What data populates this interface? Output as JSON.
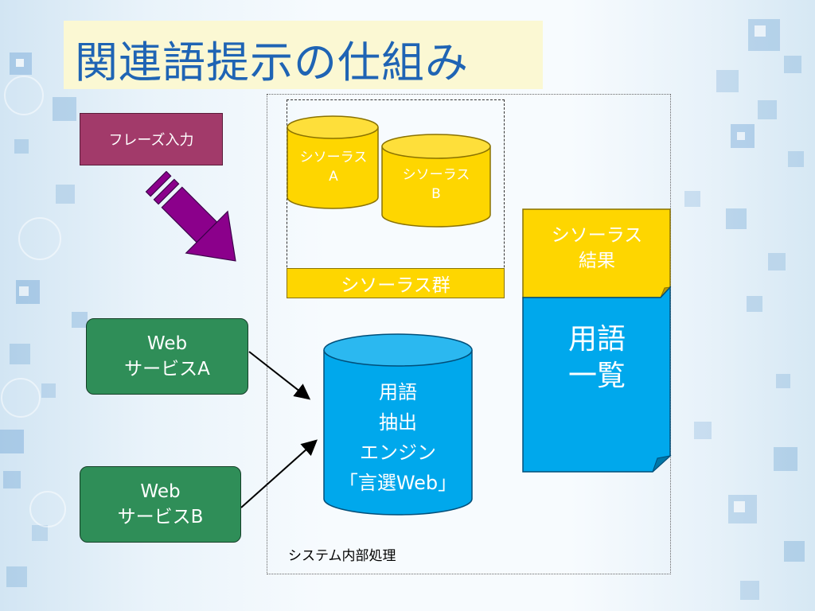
{
  "title": "関連語提示の仕組み",
  "phrase_input": "フレーズ入力",
  "thesaurus_a": {
    "line1": "シソーラス",
    "line2": "A"
  },
  "thesaurus_b": {
    "line1": "シソーラス",
    "line2": "B"
  },
  "thesaurus_group": "シソーラス群",
  "web_service_a": {
    "line1": "Web",
    "line2": "サービスA"
  },
  "web_service_b": {
    "line1": "Web",
    "line2": "サービスB"
  },
  "engine": {
    "line1": "用語",
    "line2": "抽出",
    "line3": "エンジン",
    "line4": "「言選Web」"
  },
  "thesaurus_result": {
    "line1": "シソーラス",
    "line2": "結果"
  },
  "term_list": {
    "line1": "用語",
    "line2": "一覧"
  },
  "system_caption": "システム内部処理",
  "colors": {
    "title": "#1f64b4",
    "title_bg": "#fbf8d3",
    "phrase_box": "#a23a6a",
    "arrow": "#8b008b",
    "thesaurus": "#fed600",
    "engine": "#00a8ec",
    "web_box": "#2f8e58"
  }
}
